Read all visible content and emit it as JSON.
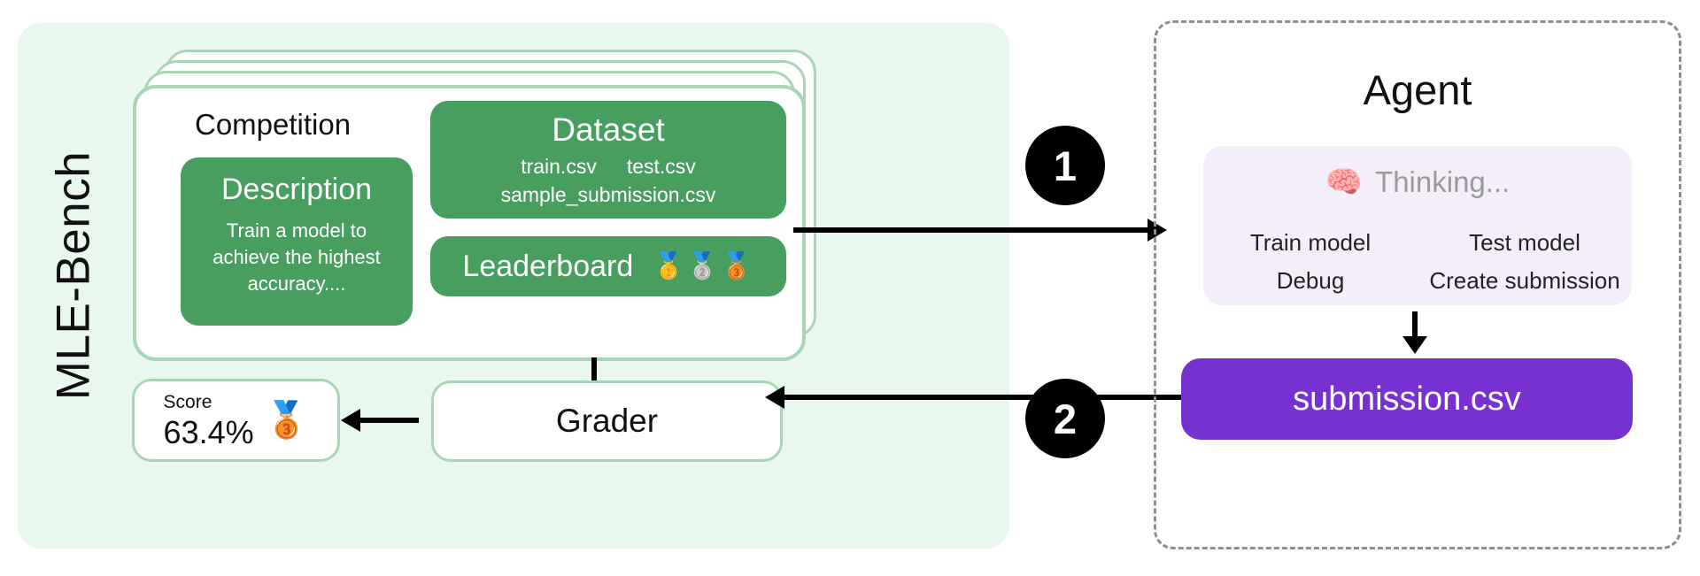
{
  "left_panel": {
    "label": "MLE-Bench",
    "accent_bg": "#e9f8ee",
    "card_border": "#a8d5b5",
    "green": "#479e5e",
    "competition": {
      "title": "Competition",
      "description": {
        "heading": "Description",
        "body": "Train a model to achieve the highest accuracy...."
      },
      "dataset": {
        "heading": "Dataset",
        "files_row1": [
          "train.csv",
          "test.csv"
        ],
        "files_row2": "sample_submission.csv"
      },
      "leaderboard": {
        "label": "Leaderboard",
        "medals": "🥇🥈🥉"
      }
    },
    "grader": {
      "label": "Grader"
    },
    "score_card": {
      "label": "Score",
      "value": "63.4%",
      "medal": "🥉"
    }
  },
  "right_panel": {
    "title": "Agent",
    "border_color": "#8e8e8e",
    "thinking_card": {
      "bg": "#f4eefb",
      "brain": "🧠",
      "status": "Thinking...",
      "status_color": "#9a9a9a",
      "actions": [
        "Train model",
        "Test model",
        "Debug",
        "Create submission"
      ]
    },
    "submission": {
      "label": "submission.csv",
      "bg": "#7731d1"
    }
  },
  "steps": [
    {
      "number": "1"
    },
    {
      "number": "2"
    }
  ]
}
